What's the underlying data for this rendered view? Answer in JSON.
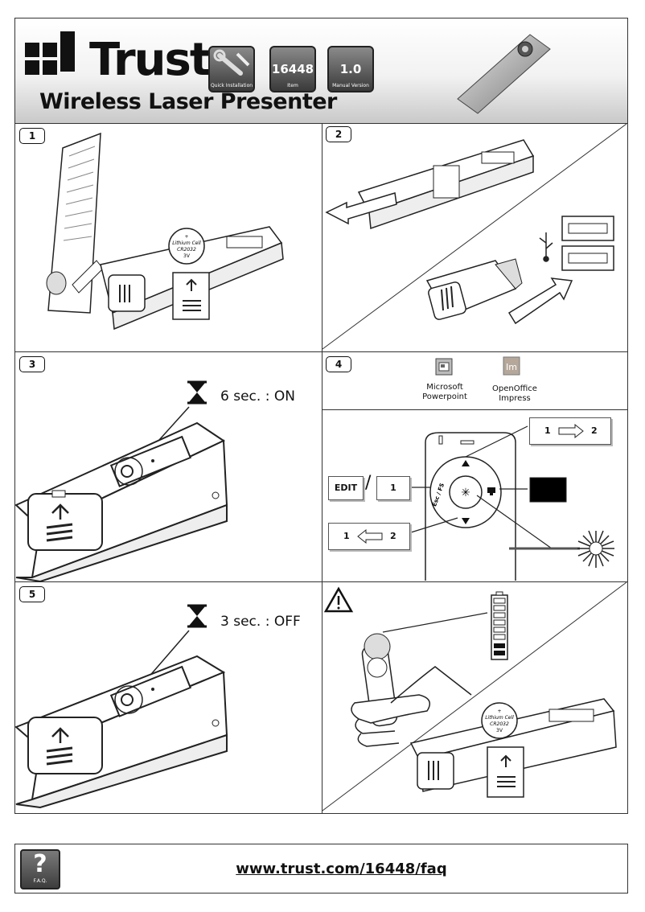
{
  "header": {
    "logo": "Trust",
    "title": "Wireless Laser Presenter",
    "badges": [
      {
        "top": "",
        "bottom": "Quick Installation",
        "icon": "wrench-icon"
      },
      {
        "top": "16448",
        "bottom": "Item"
      },
      {
        "top": "1.0",
        "bottom": "Manual Version"
      }
    ]
  },
  "steps": {
    "s1": "1",
    "s2": "2",
    "s3": "3",
    "s4": "4",
    "s5": "5"
  },
  "battery": {
    "label1": "+",
    "label2": "Lithium Cell",
    "label3": "CR2032",
    "label4": "3V"
  },
  "step3": {
    "timer": "6 sec. : ON"
  },
  "step5": {
    "timer": "3 sec. : OFF"
  },
  "step4": {
    "app1_line1": "Microsoft",
    "app1_line2": "Powerpoint",
    "app2_line1": "OpenOffice",
    "app2_line2": "Impress",
    "key_edit": "EDIT",
    "key_1": "1",
    "key_2": "2",
    "esc_fs": "Esc / FS"
  },
  "footer": {
    "faq_label": "F.A.Q.",
    "url": "www.trust.com/16448/faq"
  }
}
